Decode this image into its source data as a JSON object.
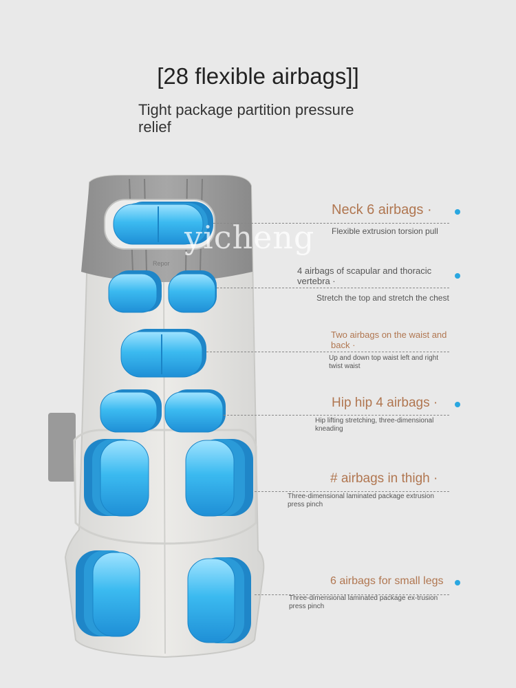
{
  "title": "[28 flexible airbags]]",
  "subtitle": "Tight package partition pressure relief",
  "watermark": "yicheng",
  "brand": "Repor",
  "colors": {
    "airbag": "#2aa7e0",
    "label_accent": "#b07650",
    "background": "#e9e9e9"
  },
  "zones": [
    {
      "heading": "Neck 6 airbags ·",
      "description": "Flexible extrusion torsion pull"
    },
    {
      "heading": "4 airbags of scapular and thoracic vertebra ·",
      "description": "Stretch the top and stretch the chest"
    },
    {
      "heading": "Two airbags on the waist and back ·",
      "description": "Up and down top waist left and right twist waist"
    },
    {
      "heading": "Hip hip 4 airbags ·",
      "description": "Hip lifting stretching, three-dimensional kneading"
    },
    {
      "heading": "# airbags in thigh ·",
      "description": "Three-dimensional laminated package extrusion press pinch"
    },
    {
      "heading": "6 airbags for small legs",
      "description": "Three-dimensional laminated package ex-trusion press pinch"
    }
  ]
}
